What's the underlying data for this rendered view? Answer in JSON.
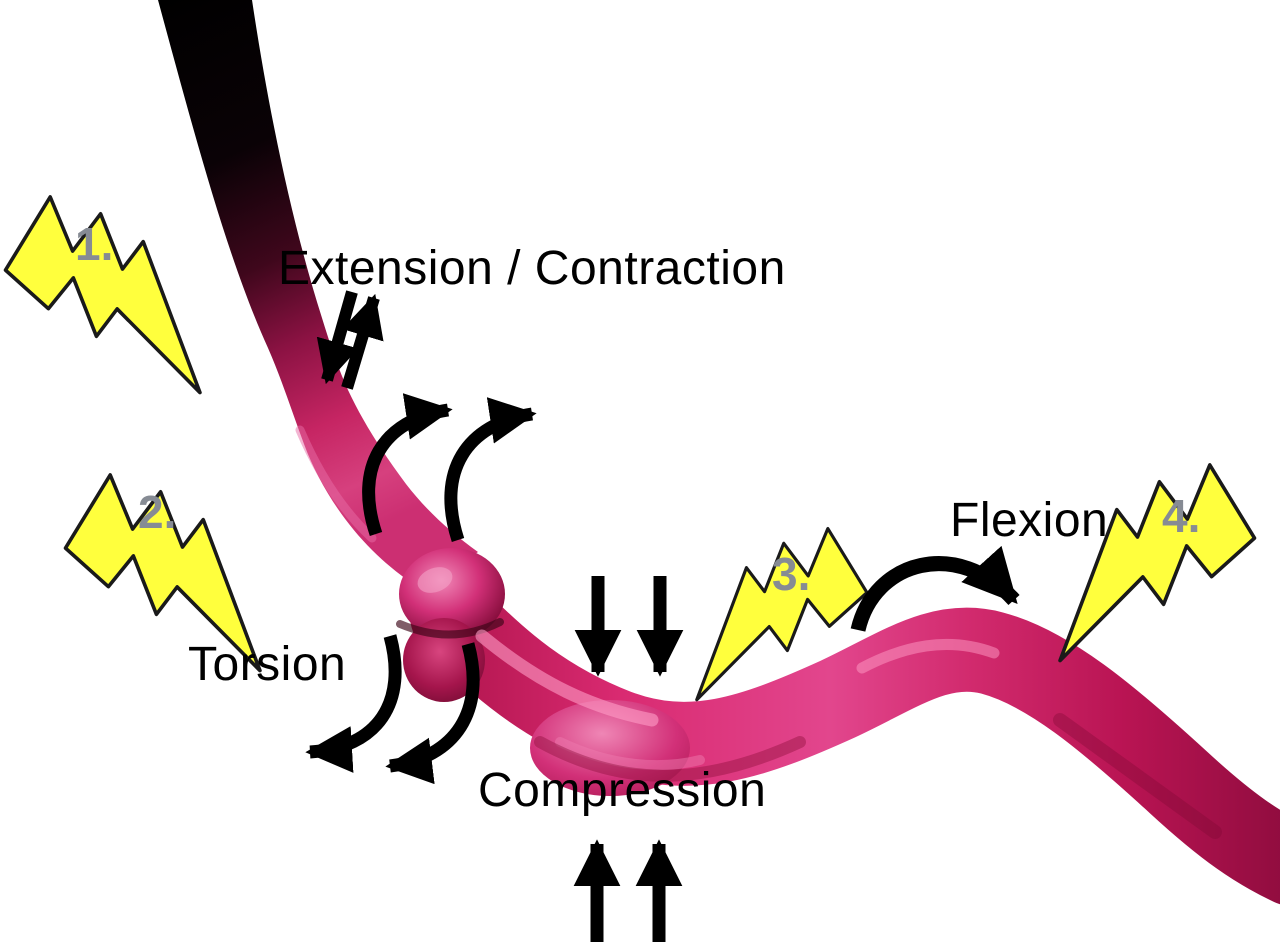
{
  "figure": {
    "background": "#ffffff",
    "labels": {
      "extension_contraction": "Extension / Contraction",
      "torsion": "Torsion",
      "compression": "Compression",
      "flexion": "Flexion"
    },
    "bolts": [
      {
        "number": "1."
      },
      {
        "number": "2."
      },
      {
        "number": "3."
      },
      {
        "number": "4."
      }
    ],
    "colors": {
      "vessel_pink": "#d62a72",
      "vessel_dark": "#000000",
      "bolt_yellow": "#ffff3d",
      "bolt_outline": "#1a1a1a",
      "number_gray": "#868b94",
      "arrow_black": "#000000"
    },
    "icons": {
      "bolt": "lightning-bolt-icon",
      "extension_arrows": "double-opposing-arrows-icon",
      "torsion_arrows": "curved-rotation-arrows-icon",
      "compression_arrows": "opposing-straight-arrows-icon",
      "flexion_arrow": "arc-arrow-icon"
    }
  }
}
